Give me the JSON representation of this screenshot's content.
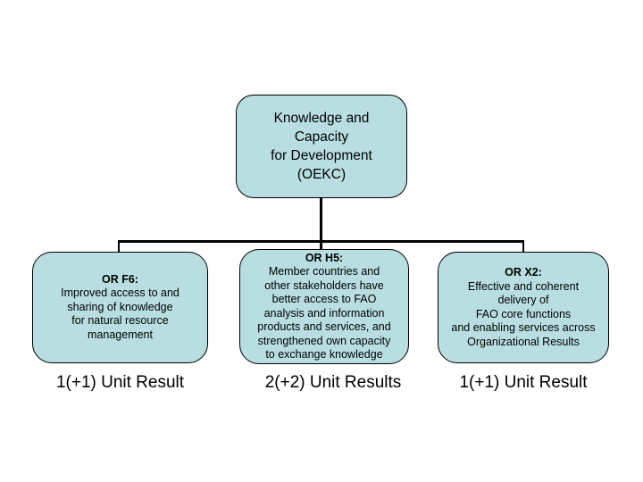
{
  "diagram": {
    "root": {
      "lines": [
        "Knowledge and",
        "Capacity",
        "for Development",
        "(OEKC)"
      ]
    },
    "children": [
      {
        "title": "OR F6:",
        "lines": [
          "Improved access to and",
          "sharing of knowledge",
          "for natural resource",
          "management"
        ],
        "unit_result": "1(+1) Unit Result"
      },
      {
        "title": "OR H5:",
        "lines": [
          "Member countries and",
          "other stakeholders have",
          "better access to FAO",
          "analysis and information",
          "products and services, and",
          "strengthened own capacity",
          "to exchange knowledge"
        ],
        "unit_result": "2(+2) Unit Results"
      },
      {
        "title": "OR X2:",
        "lines": [
          "Effective and coherent",
          "delivery of",
          "FAO core functions",
          "and enabling services across",
          "Organizational Results"
        ],
        "unit_result": "1(+1) Unit Result"
      }
    ],
    "colors": {
      "background": "#ffffff",
      "box_fill": "#b8dee2",
      "box_border": "#000000",
      "connector": "#000000",
      "text": "#000000"
    }
  }
}
